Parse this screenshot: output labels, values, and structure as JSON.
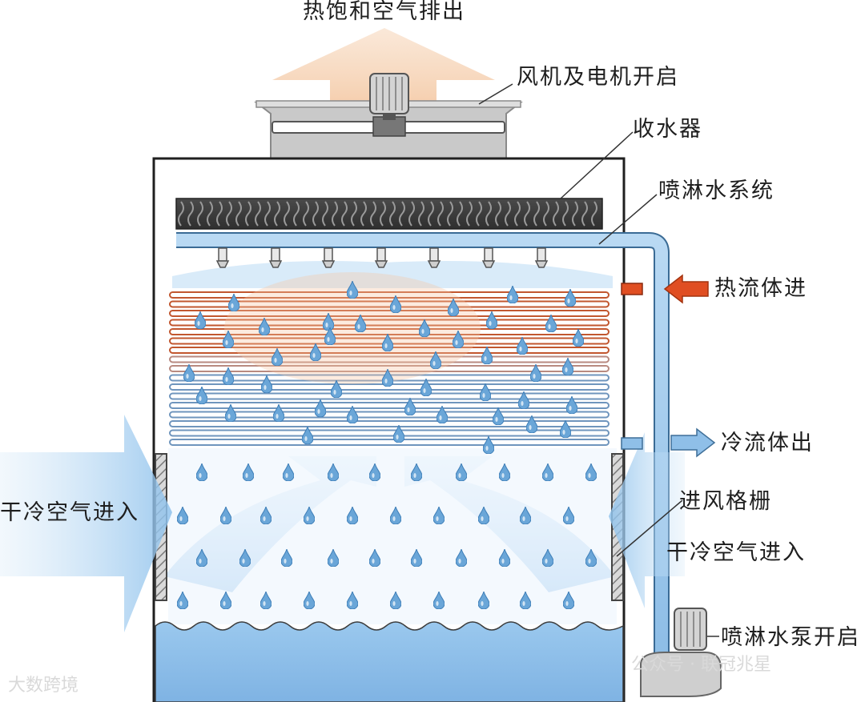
{
  "labels": {
    "exhaust": "热饱和空气排出",
    "fan_motor": "风机及电机开启",
    "water_collector": "收水器",
    "spray_system": "喷淋水系统",
    "hot_fluid_in": "热流体进",
    "cold_fluid_out": "冷流体出",
    "air_inlet_grille": "进风格栅",
    "dry_air_in_left": "干冷空气进入",
    "dry_air_in_right": "干冷空气进入",
    "spray_pump": "喷淋水泵开启"
  },
  "watermarks": {
    "left": "大数跨境",
    "right": "公众号 · 联冠兆星"
  },
  "colors": {
    "hot_coil": "#c2572f",
    "cold_coil": "#6f95bd",
    "water": "#8ebde6",
    "spray_pipe": "#9cc6ea",
    "air_flow": "#a9cff0",
    "hot_air": "#f4c9a5",
    "arrow_hot": "#e04e22",
    "arrow_cold": "#7ab3e6"
  },
  "icons": [
    "fan-motor-icon",
    "pump-motor-icon",
    "nozzle-icon",
    "water-drop-icon"
  ]
}
